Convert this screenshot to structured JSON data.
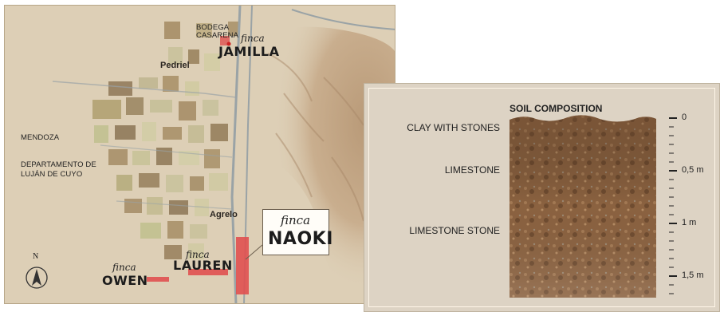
{
  "map": {
    "bodega_line1": "BODEGA",
    "bodega_line2": "CASARENA",
    "finca_jamilla_script": "finca",
    "finca_jamilla_name": "JAMILLA",
    "town_pedriel": "Pedriel",
    "town_agrelo": "Agrelo",
    "region_mendoza": "MENDOZA",
    "region_dept_line1": "DEPARTAMENTO DE",
    "region_dept_line2": "LUJÁN DE CUYO",
    "finca_naoki_script": "finca",
    "finca_naoki_name": "NAOKI",
    "finca_lauren_script": "finca",
    "finca_lauren_name": "LAUREN",
    "finca_owen_script": "finca",
    "finca_owen_name": "OWEN",
    "compass_letter": "N",
    "compass_icon": "compass-arrow-icon",
    "colors": {
      "background": "#ddcfb6",
      "finca_highlight": "#e05050",
      "road": "#9aa3a6"
    }
  },
  "soil": {
    "title": "SOIL COMPOSITION",
    "layers": [
      "CLAY WITH STONES",
      "LIMESTONE",
      "LIMESTONE STONE"
    ],
    "depths": [
      "0",
      "0,5 m",
      "1 m",
      "1,5 m"
    ],
    "colors": {
      "panel": "#ddd3c4",
      "soil": "#8b6240"
    }
  }
}
